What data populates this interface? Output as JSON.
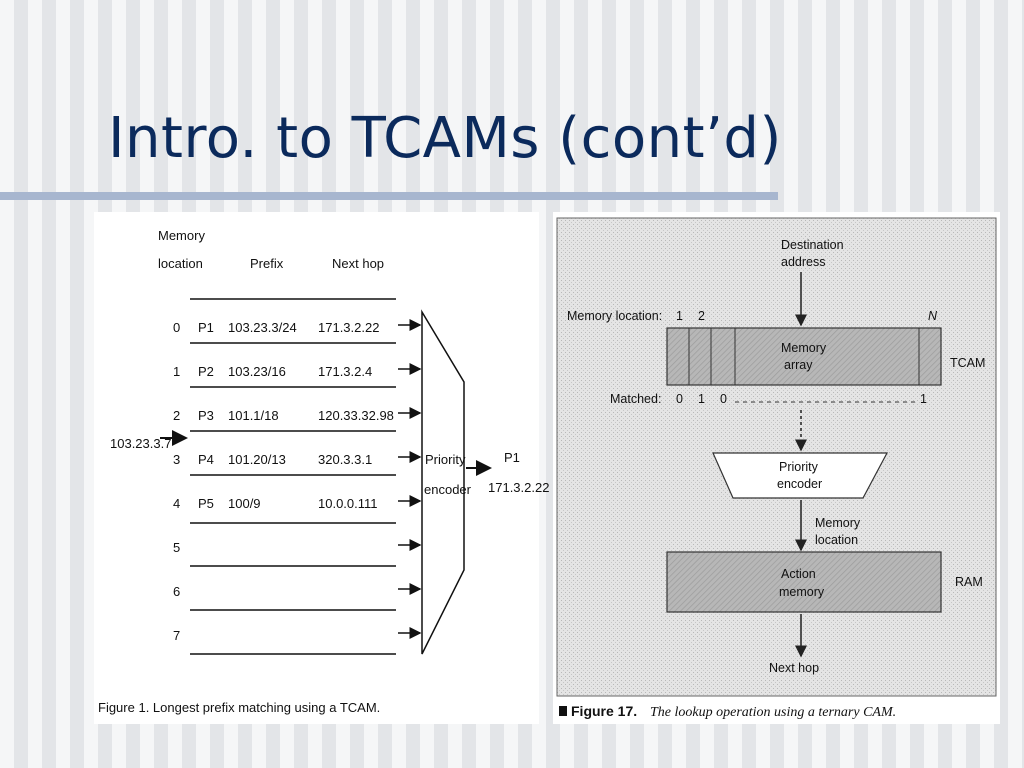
{
  "slide": {
    "title": "Intro. to TCAMs (cont’d)"
  },
  "figure_left": {
    "headers": {
      "memory_location_1": "Memory",
      "memory_location_2": "location",
      "prefix": "Prefix",
      "next_hop": "Next hop"
    },
    "rows": [
      {
        "loc": "0",
        "name": "P1",
        "prefix": "103.23.3/24",
        "hop": "171.3.2.22"
      },
      {
        "loc": "1",
        "name": "P2",
        "prefix": "103.23/16",
        "hop": "171.3.2.4"
      },
      {
        "loc": "2",
        "name": "P3",
        "prefix": "101.1/18",
        "hop": "120.33.32.98"
      },
      {
        "loc": "3",
        "name": "P4",
        "prefix": "101.20/13",
        "hop": "320.3.3.1"
      },
      {
        "loc": "4",
        "name": "P5",
        "prefix": "100/9",
        "hop": "10.0.0.111"
      },
      {
        "loc": "5",
        "name": "",
        "prefix": "",
        "hop": ""
      },
      {
        "loc": "6",
        "name": "",
        "prefix": "",
        "hop": ""
      },
      {
        "loc": "7",
        "name": "",
        "prefix": "",
        "hop": ""
      }
    ],
    "input_address": "103.23.3.7",
    "encoder_line1": "Priority",
    "encoder_line2": "encoder",
    "output_name": "P1",
    "output_hop": "171.3.2.22",
    "caption": "Figure 1. Longest prefix matching using a TCAM."
  },
  "figure_right": {
    "dest_line1": "Destination",
    "dest_line2": "address",
    "memory_location_label": "Memory location:",
    "loc_1": "1",
    "loc_2": "2",
    "loc_n": "N",
    "array_line1": "Memory",
    "array_line2": "array",
    "tcam_label": "TCAM",
    "matched_label": "Matched:",
    "matched_0": "0",
    "matched_1": "1",
    "matched_2": "0",
    "matched_last": "1",
    "encoder_line1": "Priority",
    "encoder_line2": "encoder",
    "memloc_line1": "Memory",
    "memloc_line2": "location",
    "action_line1": "Action",
    "action_line2": "memory",
    "ram_label": "RAM",
    "next_hop": "Next hop",
    "caption_fig": "Figure 17.",
    "caption_text": "The lookup operation using a ternary CAM."
  }
}
